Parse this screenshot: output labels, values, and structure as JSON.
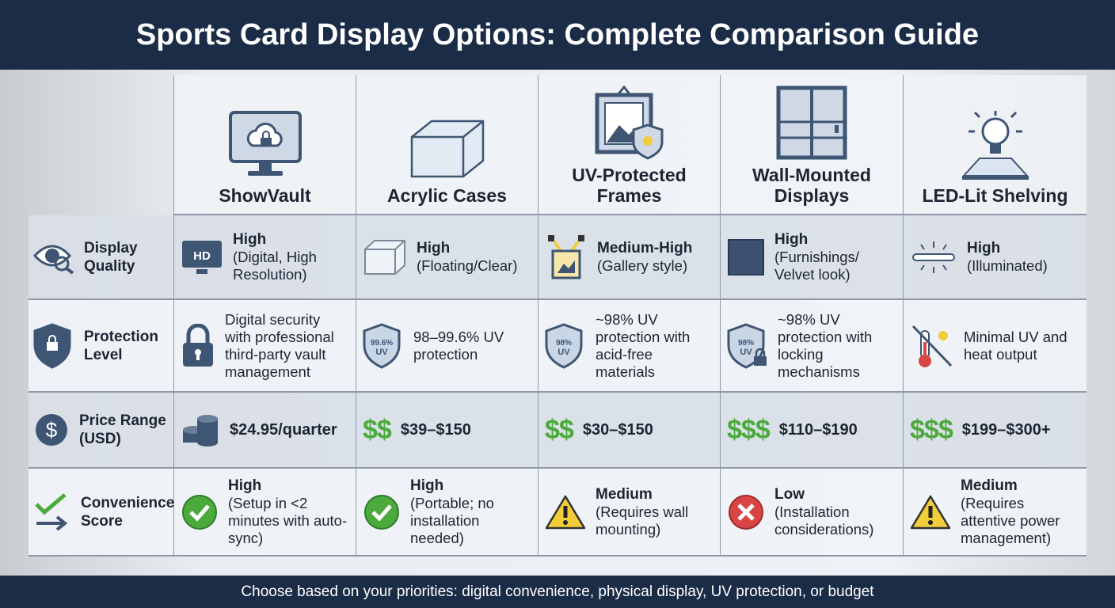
{
  "title": "Sports Card Display Options: Complete Comparison Guide",
  "footer": "Choose based on your priorities: digital convenience, physical display, UV protection, or budget",
  "columns": [
    {
      "name": "ShowVault",
      "icon": "monitor-cloud-lock-icon"
    },
    {
      "name": "Acrylic Cases",
      "icon": "acrylic-cube-icon"
    },
    {
      "name": "UV-Protected Frames",
      "icon": "picture-frame-shield-icon"
    },
    {
      "name": "Wall-Mounted Displays",
      "icon": "wall-cabinet-icon"
    },
    {
      "name": "LED-Lit Shelving",
      "icon": "light-bulb-icon"
    }
  ],
  "rows": [
    {
      "label": "Display Quality",
      "icon": "eye-magnifier-icon",
      "cells": [
        {
          "icon": "hd-monitor-icon",
          "icon_text": "HD",
          "head": "High",
          "text": "(Digital, High Resolution)"
        },
        {
          "icon": "glass-cube-icon",
          "head": "High",
          "text": "(Floating/Clear)"
        },
        {
          "icon": "spotlit-frame-icon",
          "head": "Medium-High",
          "text": "(Gallery style)"
        },
        {
          "icon": "velvet-panel-icon",
          "head": "High",
          "text": "(Furnishings/ Velvet look)"
        },
        {
          "icon": "led-bar-icon",
          "head": "High",
          "text": "(Illuminated)"
        }
      ]
    },
    {
      "label": "Protection Level",
      "icon": "shield-lock-icon",
      "cells": [
        {
          "icon": "padlock-icon",
          "head": "",
          "text": "Digital security with professional third-party vault management"
        },
        {
          "icon": "uv-shield-icon",
          "icon_text": "99.6%",
          "icon_sub": "UV",
          "head": "",
          "text": "98–99.6% UV protection"
        },
        {
          "icon": "uv-shield-icon",
          "icon_text": "98%",
          "icon_sub": "UV",
          "head": "",
          "text": "~98% UV protection with acid-free materials"
        },
        {
          "icon": "uv-shield-lock-icon",
          "icon_text": "98%",
          "icon_sub": "UV",
          "head": "",
          "text": "~98% UV protection with locking mechanisms"
        },
        {
          "icon": "no-heat-icon",
          "head": "",
          "text": "Minimal UV and heat output"
        }
      ]
    },
    {
      "label": "Price Range (USD)",
      "icon": "dollar-circle-icon",
      "cells": [
        {
          "icon": "coins-icon",
          "price": "$24.95/quarter"
        },
        {
          "icon": "dollar-signs-icon",
          "icon_text": "$$",
          "price": "$39–$150"
        },
        {
          "icon": "dollar-signs-icon",
          "icon_text": "$$",
          "price": "$30–$150"
        },
        {
          "icon": "dollar-signs-icon",
          "icon_text": "$$$",
          "price": "$110–$190"
        },
        {
          "icon": "dollar-signs-icon",
          "icon_text": "$$$",
          "price": "$199–$300+"
        }
      ]
    },
    {
      "label": "Convenience Score",
      "icon": "check-arrow-icon",
      "cells": [
        {
          "icon": "check-circle-icon",
          "head": "High",
          "text": "(Setup in <2 minutes with auto-sync)"
        },
        {
          "icon": "check-circle-icon",
          "head": "High",
          "text": "(Portable; no installation needed)"
        },
        {
          "icon": "warning-icon",
          "head": "Medium",
          "text": "(Requires wall mounting)"
        },
        {
          "icon": "x-circle-icon",
          "head": "Low",
          "text": "(Installation considerations)"
        },
        {
          "icon": "warning-icon",
          "head": "Medium",
          "text": "(Requires attentive power management)"
        }
      ]
    }
  ],
  "colors": {
    "navy": "#1b2c47",
    "green": "#4caa3c",
    "red": "#d94545",
    "yellow": "#f2cd3a",
    "slate": "#3e5573"
  }
}
